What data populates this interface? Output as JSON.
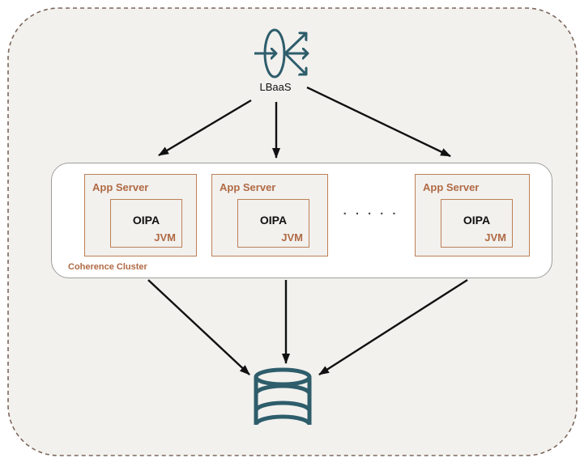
{
  "colors": {
    "bg": "#f2f1ee",
    "teal": "#2e5d6b",
    "orange-text": "#b06a45",
    "orange-border": "#bd7f57",
    "cluster-border": "#9e9e9e",
    "dash": "#7d675c",
    "arrow": "#111111",
    "dots-color": "#4a4a4a",
    "text-dark": "#111111"
  },
  "load_balancer": {
    "label": "LBaaS"
  },
  "cluster": {
    "label": "Coherence Cluster",
    "ellipsis": "· · · · ·",
    "app_servers": [
      {
        "label": "App Server",
        "oipa_label": "OIPA",
        "jvm_label": "JVM"
      },
      {
        "label": "App Server",
        "oipa_label": "OIPA",
        "jvm_label": "JVM"
      },
      {
        "label": "App Server",
        "oipa_label": "OIPA",
        "jvm_label": "JVM"
      }
    ]
  },
  "icons": {
    "load_balancer": "load-balancer-icon",
    "database": "database-icon"
  }
}
